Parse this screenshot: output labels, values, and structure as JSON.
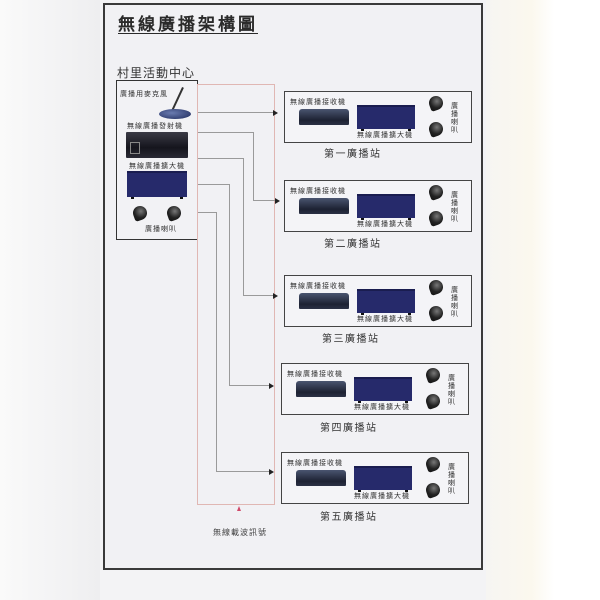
{
  "title": "無線廣播架構圖",
  "control_center": {
    "label": "村里活動中心",
    "microphone_label": "廣播用麥克風",
    "transmitter_label": "無線廣播發射機",
    "amplifier_label": "無線廣播擴大機",
    "speaker_label": "廣播喇叭"
  },
  "stations": [
    {
      "name": "第一廣播站",
      "receiver_label": "無線廣播接收機",
      "amplifier_label": "無線廣播擴大機",
      "speaker_label": "廣播喇叭"
    },
    {
      "name": "第二廣播站",
      "receiver_label": "無線廣播接收機",
      "amplifier_label": "無線廣播擴大機",
      "speaker_label": "廣播喇叭"
    },
    {
      "name": "第三廣播站",
      "receiver_label": "無線廣播接收機",
      "amplifier_label": "無線廣播擴大機",
      "speaker_label": "廣播喇叭"
    },
    {
      "name": "第四廣播站",
      "receiver_label": "無線廣播接收機",
      "amplifier_label": "無線廣播擴大機",
      "speaker_label": "廣播喇叭"
    },
    {
      "name": "第五廣播站",
      "receiver_label": "無線廣播接收機",
      "amplifier_label": "無線廣播擴大機",
      "speaker_label": "廣播喇叭"
    }
  ],
  "signal_label": "無線載波訊號",
  "colors": {
    "amplifier": "#262a6b",
    "frame": "#3a3a3a",
    "signal_boundary": "#e0b7b3",
    "signal_arrow": "#d04a6a"
  }
}
